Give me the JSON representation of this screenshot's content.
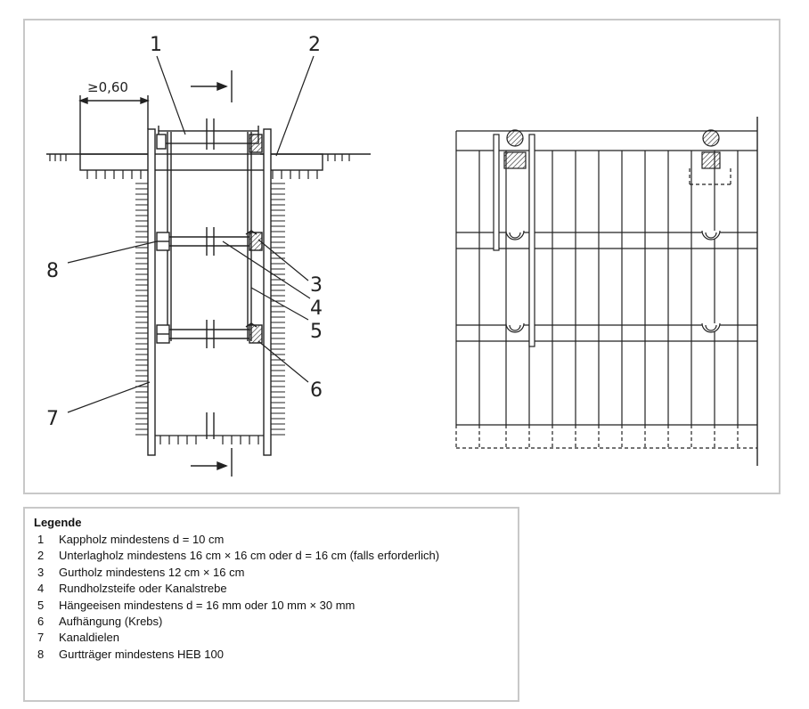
{
  "drawing": {
    "callouts": [
      "1",
      "2",
      "3",
      "4",
      "5",
      "6",
      "7",
      "8"
    ],
    "dimension": "≥0,60"
  },
  "legend": {
    "title": "Legende",
    "items": [
      {
        "num": "1",
        "text": "Kappholz mindestens d = 10 cm"
      },
      {
        "num": "2",
        "text": "Unterlagholz mindestens 16 cm × 16 cm oder d = 16 cm (falls erforderlich)"
      },
      {
        "num": "3",
        "text": "Gurtholz mindestens 12 cm × 16 cm"
      },
      {
        "num": "4",
        "text": "Rundholzsteife oder Kanalstrebe"
      },
      {
        "num": "5",
        "text": "Hängeeisen mindestens d = 16 mm oder 10 mm × 30 mm"
      },
      {
        "num": "6",
        "text": "Aufhängung (Krebs)"
      },
      {
        "num": "7",
        "text": "Kanaldielen"
      },
      {
        "num": "8",
        "text": "Gurtträger mindestens HEB 100"
      }
    ]
  }
}
